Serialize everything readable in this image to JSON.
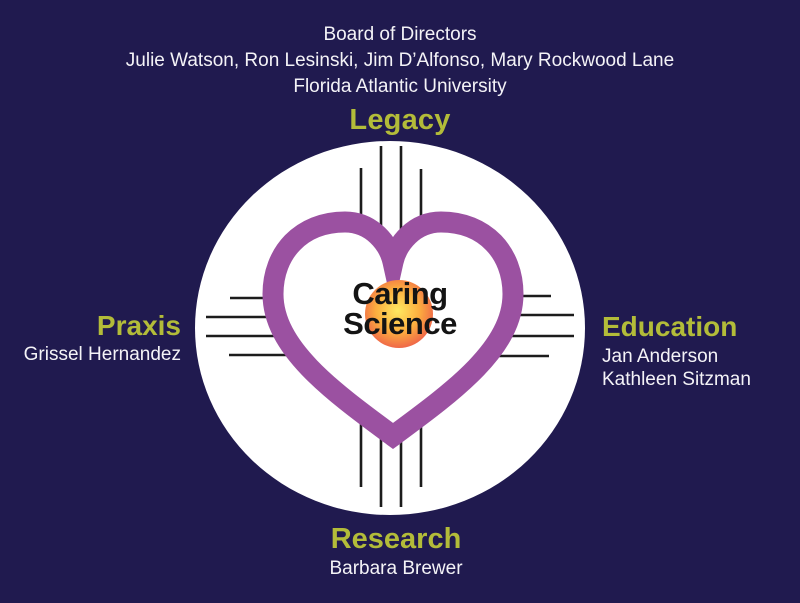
{
  "colors": {
    "background": "#201a4f",
    "accent_green": "#b3bc39",
    "heart_purple": "#9b51a1",
    "symbol_black": "#1c1c1c",
    "circle_white": "#ffffff",
    "text_white": "#f4f3f7",
    "center_text_black": "#141414",
    "sun_center": "#ffe961",
    "sun_mid": "#fcae3f",
    "sun_edge": "#ee5f49"
  },
  "header": {
    "title": "Board of Directors",
    "members": "Julie Watson, Ron Lesinski, Jim D’Alfonso, Mary Rockwood Lane",
    "affiliation": "Florida Atlantic University"
  },
  "quadrants": {
    "top": {
      "label": "Legacy"
    },
    "left": {
      "label": "Praxis",
      "names": [
        "Grissel Hernandez"
      ]
    },
    "right": {
      "label": "Education",
      "names": [
        "Jan Anderson",
        "Kathleen Sitzman"
      ]
    },
    "bottom": {
      "label": "Research",
      "names": [
        "Barbara Brewer"
      ]
    }
  },
  "center": {
    "line1": "Caring",
    "line2": "Science"
  }
}
